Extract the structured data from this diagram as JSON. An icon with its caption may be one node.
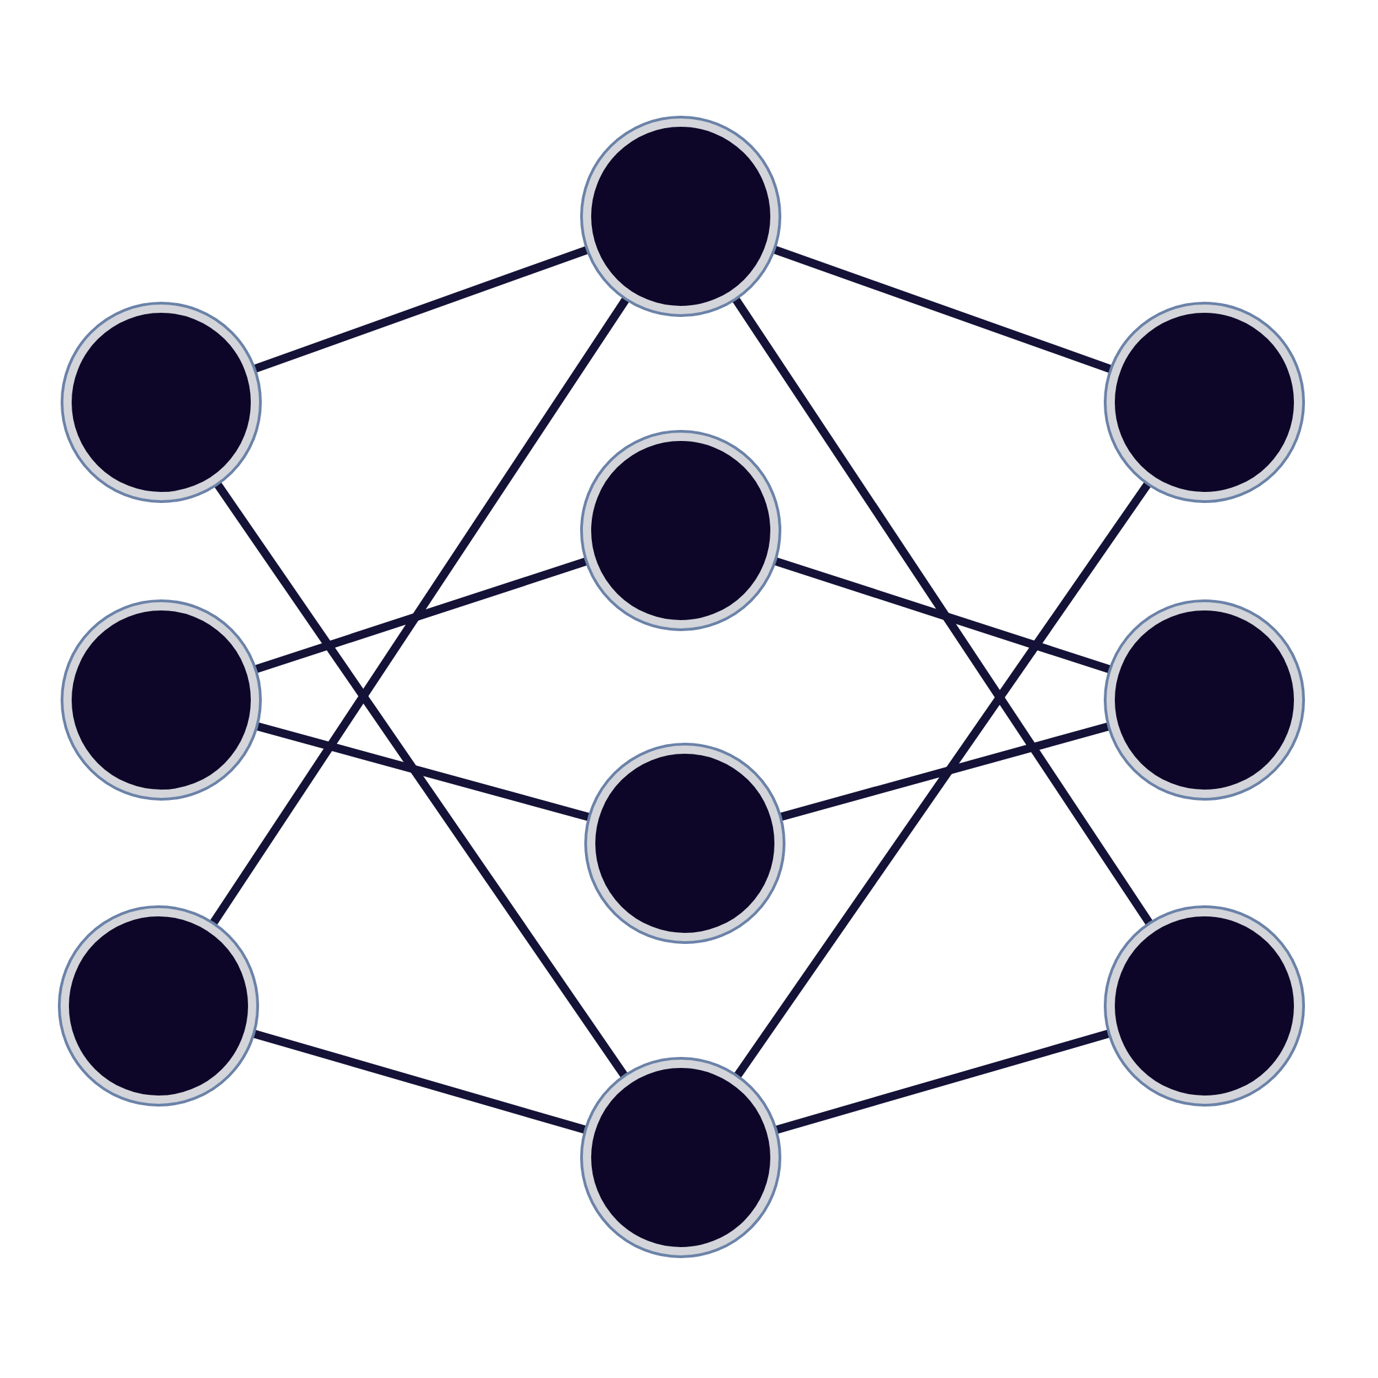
{
  "diagram": {
    "nodes": [
      {
        "text": [],
        "shape": "circle"
      },
      {
        "text": [],
        "shape": "circle"
      },
      {
        "text": [],
        "shape": "circle"
      },
      {
        "text": [],
        "shape": "circle"
      },
      {
        "text": [],
        "shape": "circle"
      },
      {
        "text": [],
        "shape": "circle"
      },
      {
        "text": [],
        "shape": "circle"
      },
      {
        "text": [],
        "shape": "circle"
      },
      {
        "text": [],
        "shape": "circle"
      },
      {
        "text": [],
        "shape": "circle"
      }
    ],
    "edges": [
      {
        "from": 0,
        "to": 3,
        "arrow": "none"
      },
      {
        "from": 0,
        "to": 6,
        "arrow": "none"
      },
      {
        "from": 1,
        "to": 4,
        "arrow": "none"
      },
      {
        "from": 1,
        "to": 5,
        "arrow": "none"
      },
      {
        "from": 2,
        "to": 3,
        "arrow": "none"
      },
      {
        "from": 2,
        "to": 6,
        "arrow": "none"
      },
      {
        "from": 3,
        "to": 7,
        "arrow": "none"
      },
      {
        "from": 3,
        "to": 9,
        "arrow": "none"
      },
      {
        "from": 4,
        "to": 8,
        "arrow": "none"
      },
      {
        "from": 5,
        "to": 8,
        "arrow": "none"
      },
      {
        "from": 6,
        "to": 7,
        "arrow": "none"
      },
      {
        "from": 6,
        "to": 9,
        "arrow": "none"
      }
    ]
  }
}
